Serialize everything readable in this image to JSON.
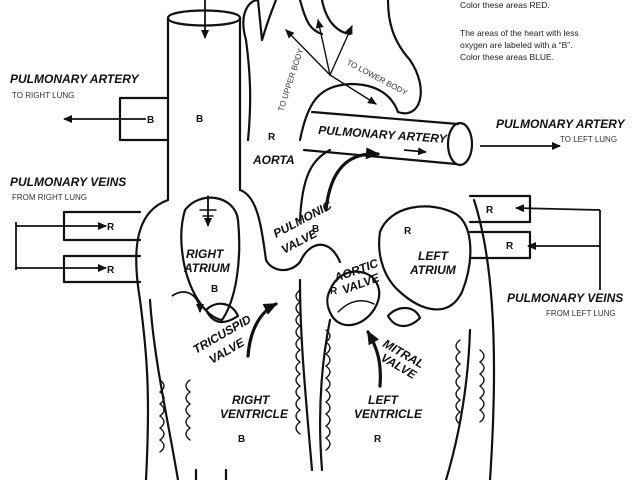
{
  "instructions": {
    "red_line": "Color these areas RED.",
    "blue_line1": "The areas of the heart with less",
    "blue_line2": "oxygen are labeled with a “B”.",
    "blue_line3": "Color these areas BLUE."
  },
  "labels": {
    "pulmonary_artery_right": "PULMONARY ARTERY",
    "to_right_lung": "TO RIGHT LUNG",
    "pulmonary_veins_right": "PULMONARY VEINS",
    "from_right_lung": "FROM RIGHT LUNG",
    "pulmonary_artery_center": "PULMONARY ARTERY",
    "pulmonary_artery_left": "PULMONARY ARTERY",
    "to_left_lung": "TO LEFT LUNG",
    "pulmonary_veins_left": "PULMONARY VEINS",
    "from_left_lung": "FROM LEFT LUNG",
    "aorta": "AORTA",
    "to_upper_body": "TO UPPER BODY",
    "to_lower_body": "TO LOWER BODY",
    "right_atrium_1": "RIGHT",
    "right_atrium_2": "ATRIUM",
    "left_atrium_1": "LEFT",
    "left_atrium_2": "ATRIUM",
    "pulmonic_valve_1": "PULMONIC",
    "pulmonic_valve_2": "VALVE",
    "aortic_valve_1": "AORTIC",
    "aortic_valve_2": "VALVE",
    "tricuspid_valve_1": "TRICUSPID",
    "tricuspid_valve_2": "VALVE",
    "mitral_valve_1": "MITRAL",
    "mitral_valve_2": "VALVE",
    "right_ventricle_1": "RIGHT",
    "right_ventricle_2": "VENTRICLE",
    "left_ventricle_1": "LEFT",
    "left_ventricle_2": "VENTRICLE"
  },
  "codes": {
    "blue": "B",
    "red": "R"
  }
}
